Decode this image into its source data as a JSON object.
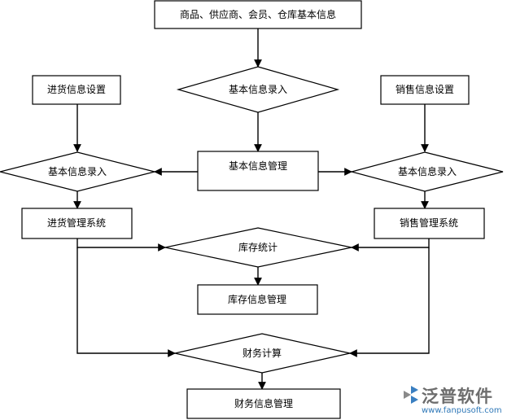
{
  "diagram": {
    "top_info_box": "商品、供应商、会员、仓库基本信息",
    "center_entry_decision": "基本信息录入",
    "purchase_settings_box": "进货信息设置",
    "sales_settings_box": "销售信息设置",
    "basic_info_mgmt_box": "基本信息管理",
    "left_entry_decision": "基本信息录入",
    "right_entry_decision": "基本信息录入",
    "purchase_system_box": "进货管理系统",
    "sales_system_box": "销售管理系统",
    "inventory_stats_decision": "库存统计",
    "inventory_mgmt_box": "库存信息管理",
    "finance_calc_decision": "财务计算",
    "finance_mgmt_box": "财务信息管理"
  },
  "watermark": {
    "name": "泛普软件",
    "url": "www.fanpusoft.com",
    "icon": "fanpu-logo-icon",
    "colors": {
      "text": "#6d6d6d",
      "url": "#2f78b8",
      "icon_blue": "#3a7fc1",
      "icon_gray": "#8a8a8a"
    }
  }
}
